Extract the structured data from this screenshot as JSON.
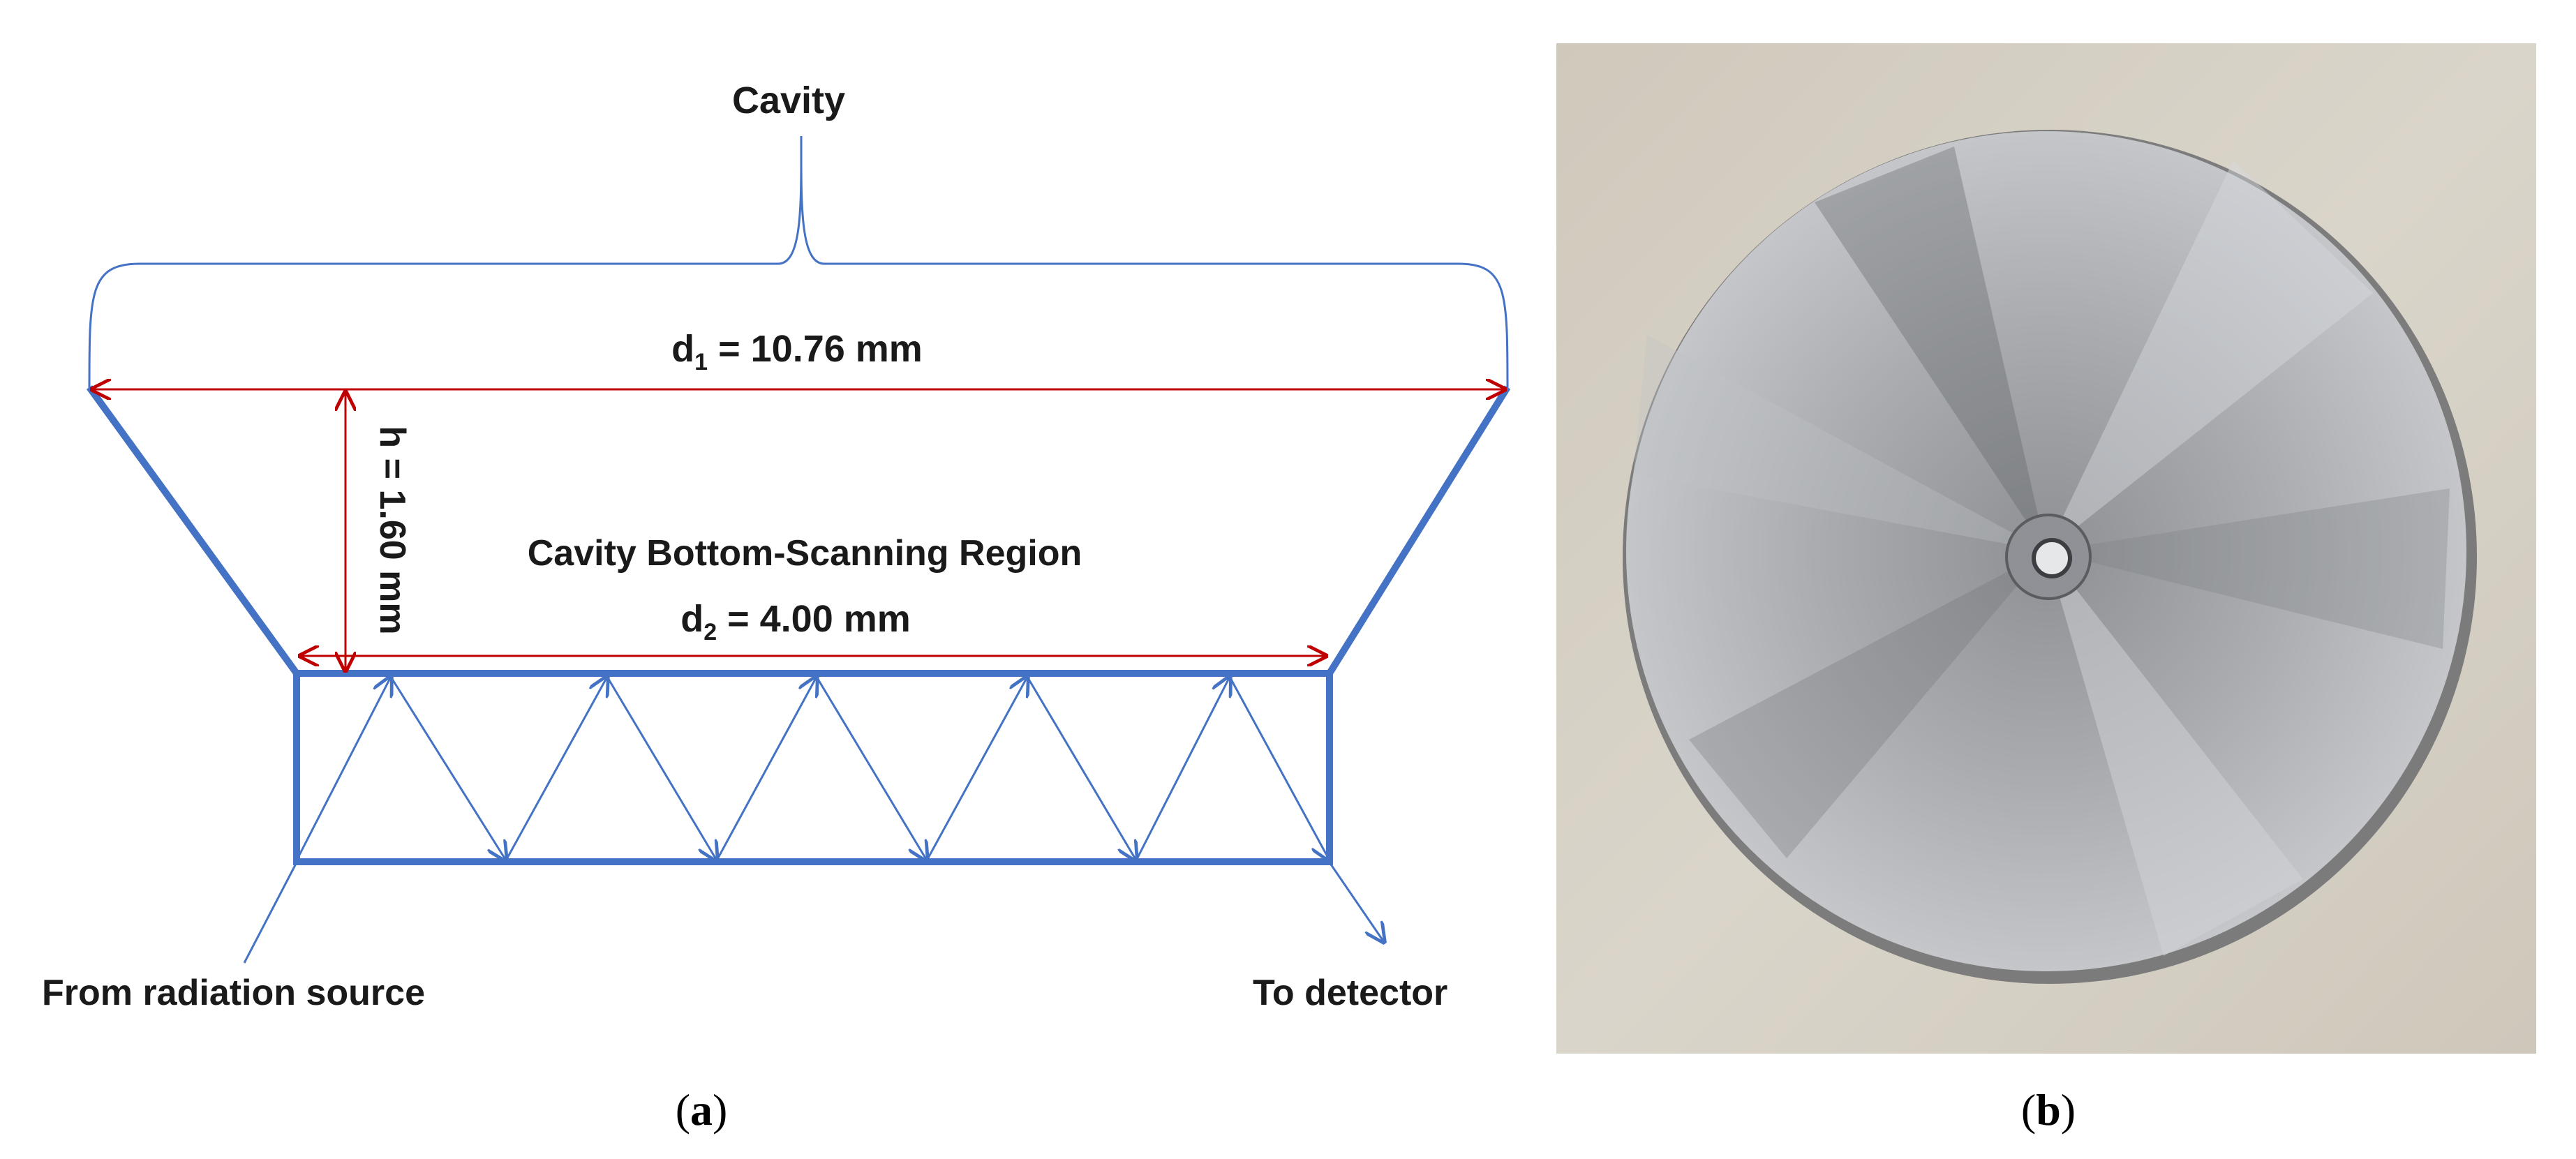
{
  "panel_a": {
    "labels": {
      "cavity": "Cavity",
      "d1_sym": "d",
      "d1_sub": "1",
      "d1_val": " = 10.76 mm",
      "h": "h = 1.60 mm",
      "region": "Cavity Bottom-Scanning Region",
      "d2_sym": "d",
      "d2_sub": "2",
      "d2_val": " = 4.00 mm",
      "source": "From radiation source",
      "detector": "To detector"
    },
    "colors": {
      "structure": "#4472c4",
      "dimension": "#c00000",
      "text": "#1a1a1a"
    }
  },
  "panel_b": {
    "colors": {
      "background": "#d6d1c5",
      "metal": "#a2a4a8",
      "edge": "#6d6f73"
    }
  },
  "captions": {
    "a": "a",
    "b": "b"
  }
}
